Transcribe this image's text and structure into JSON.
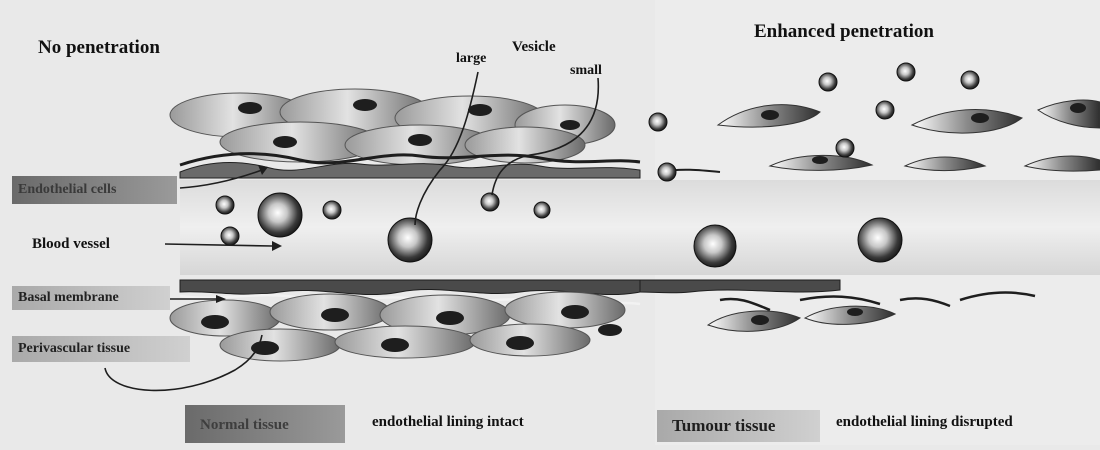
{
  "headings": {
    "left": "No penetration",
    "right": "Enhanced penetration"
  },
  "vesicle": {
    "title": "Vesicle",
    "large": "large",
    "small": "small"
  },
  "labels": {
    "endothelial_cells": "Endothelial cells",
    "blood_vessel": "Blood vessel",
    "basal_membrane": "Basal membrane",
    "perivascular_tissue": "Perivascular tissue"
  },
  "legend": {
    "normal_box": "Normal tissue",
    "normal_text": "endothelial lining intact",
    "tumour_box": "Tumour tissue",
    "tumour_text": "endothelial lining disrupted"
  },
  "colors": {
    "background": "#e9e9e9",
    "cell_light": "#cfcfcf",
    "cell_dark": "#5a5a5a",
    "nucleus": "#1e1e1e",
    "membrane": "#2a2a2a",
    "label_box_dark": "#7a7a7a",
    "label_box_mid": "#b0b0b0",
    "label_box_light": "#c8c8c8"
  }
}
